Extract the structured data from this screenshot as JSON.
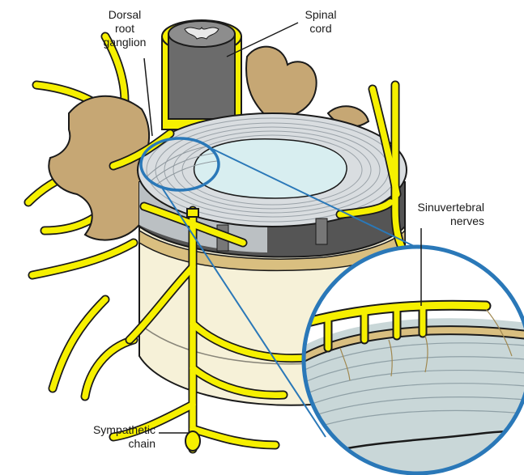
{
  "labels": {
    "dorsal_root_ganglion": [
      "Dorsal",
      "root",
      "ganglion"
    ],
    "spinal_cord": [
      "Spinal",
      "cord"
    ],
    "sinuvertebral_nerves": [
      "Sinuvertebral",
      "nerves"
    ],
    "sympathetic_chain": [
      "Sympathetic",
      "chain"
    ]
  },
  "colors": {
    "nerve": "#f6f000",
    "nerve_outline": "#1a1a1a",
    "vertebral_body": "#f6f1d8",
    "endplate": "#d9bf80",
    "transverse_process": "#c6a774",
    "annulus": "#d9dde0",
    "nucleus": "#d8eef0",
    "spinal_cord_gray": "#6b6b6b",
    "magnifier_ring": "#2a78b8"
  },
  "icons": {
    "magnifier": "magnifier-ring-icon"
  }
}
